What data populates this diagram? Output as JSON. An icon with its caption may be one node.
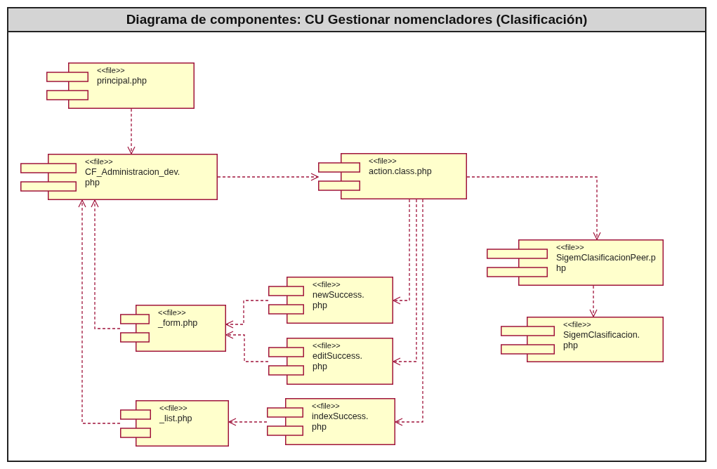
{
  "diagram": {
    "title": "Diagrama de componentes: CU Gestionar nomencladores (Clasificación)",
    "nodes": [
      {
        "text": [
          "<<file>>",
          "principal.php"
        ]
      },
      {
        "text": [
          "<<file>>",
          "CF_Administracion_dev.php"
        ]
      },
      {
        "text": [
          "<<file>>",
          "action.class.php"
        ]
      },
      {
        "text": [
          "<<file>>",
          "SigemClasificacionPeer.php"
        ]
      },
      {
        "text": [
          "<<file>>",
          "newSuccess.php"
        ]
      },
      {
        "text": [
          "<<file>>",
          "_form.php"
        ]
      },
      {
        "text": [
          "<<file>>",
          "editSuccess.php"
        ]
      },
      {
        "text": [
          "<<file>>",
          "SigemClasificacion.php"
        ]
      },
      {
        "text": [
          "<<file>>",
          "_list.php"
        ]
      },
      {
        "text": [
          "<<file>>",
          "indexSuccess.php"
        ]
      }
    ],
    "edges": [
      {
        "from": 0,
        "to": 1,
        "arrow": "to"
      },
      {
        "from": 1,
        "to": 2,
        "arrow": "to"
      },
      {
        "from": 2,
        "to": 3,
        "arrow": "to"
      },
      {
        "from": 3,
        "to": 7,
        "arrow": "to"
      },
      {
        "from": 2,
        "to": 4,
        "arrow": "to"
      },
      {
        "from": 2,
        "to": 6,
        "arrow": "to"
      },
      {
        "from": 2,
        "to": 9,
        "arrow": "to"
      },
      {
        "from": 4,
        "to": 5,
        "arrow": "to"
      },
      {
        "from": 6,
        "to": 5,
        "arrow": "to"
      },
      {
        "from": 9,
        "to": 8,
        "arrow": "to"
      },
      {
        "from": 5,
        "to": 1,
        "arrow": "to"
      },
      {
        "from": 8,
        "to": 1,
        "arrow": "to"
      }
    ]
  }
}
